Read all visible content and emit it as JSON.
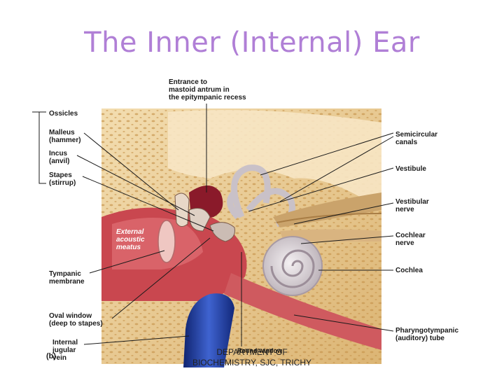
{
  "title": "The Inner (Internal) Ear",
  "panel_label": "(b)",
  "labels": {
    "entrance": "Entrance to\nmastoid antrum in\nthe epitympanic recess",
    "ossicles": "Ossicles",
    "malleus": "Malleus\n(hammer)",
    "incus": "Incus\n(anvil)",
    "stapes": "Stapes\n(stirrup)",
    "tympanic": "Tympanic\nmembrane",
    "oval": "Oval window\n(deep to stapes)",
    "jugular": "Internal\njugular\nvein",
    "semicircular": "Semicircular\ncanals",
    "vestibule": "Vestibule",
    "vestibular_nerve": "Vestibular\nnerve",
    "cochlear_nerve": "Cochlear\nnerve",
    "cochlea": "Cochlea",
    "pharyngo": "Pharyngotympanic\n(auditory) tube",
    "round": "Round window",
    "external": "External\nacoustic\nmeatus"
  },
  "footer": "DEPARTMENT OF\nBIOCHEMISTRY, SJC, TRICHY",
  "colors": {
    "title": "#b07fd6",
    "bone": "#e9c98a",
    "tissue": "#c9474f",
    "vein": "#1f3a9c",
    "cochlea": "#d9d3d6"
  }
}
